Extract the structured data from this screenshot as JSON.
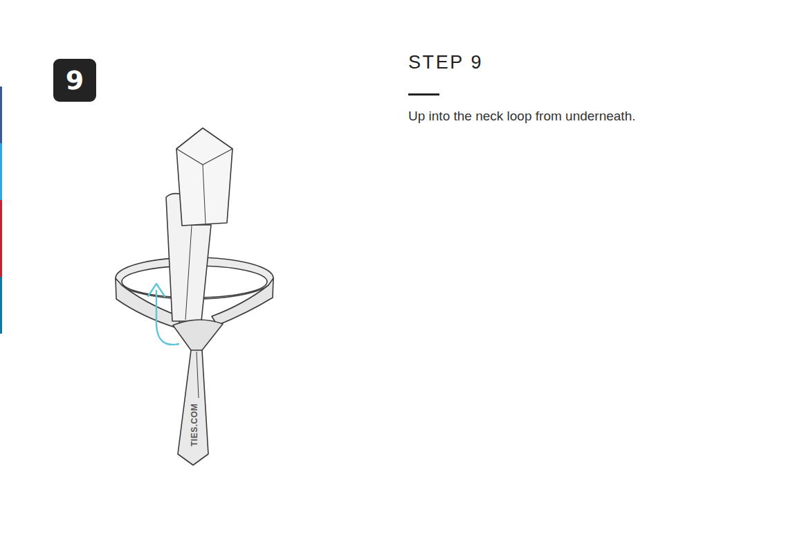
{
  "diagram": {
    "title": "STEP 9",
    "nodes": [
      {
        "text": [
          "9"
        ]
      }
    ],
    "labels": [
      "Up into the neck loop from underneath.",
      "TIES.COM"
    ]
  }
}
